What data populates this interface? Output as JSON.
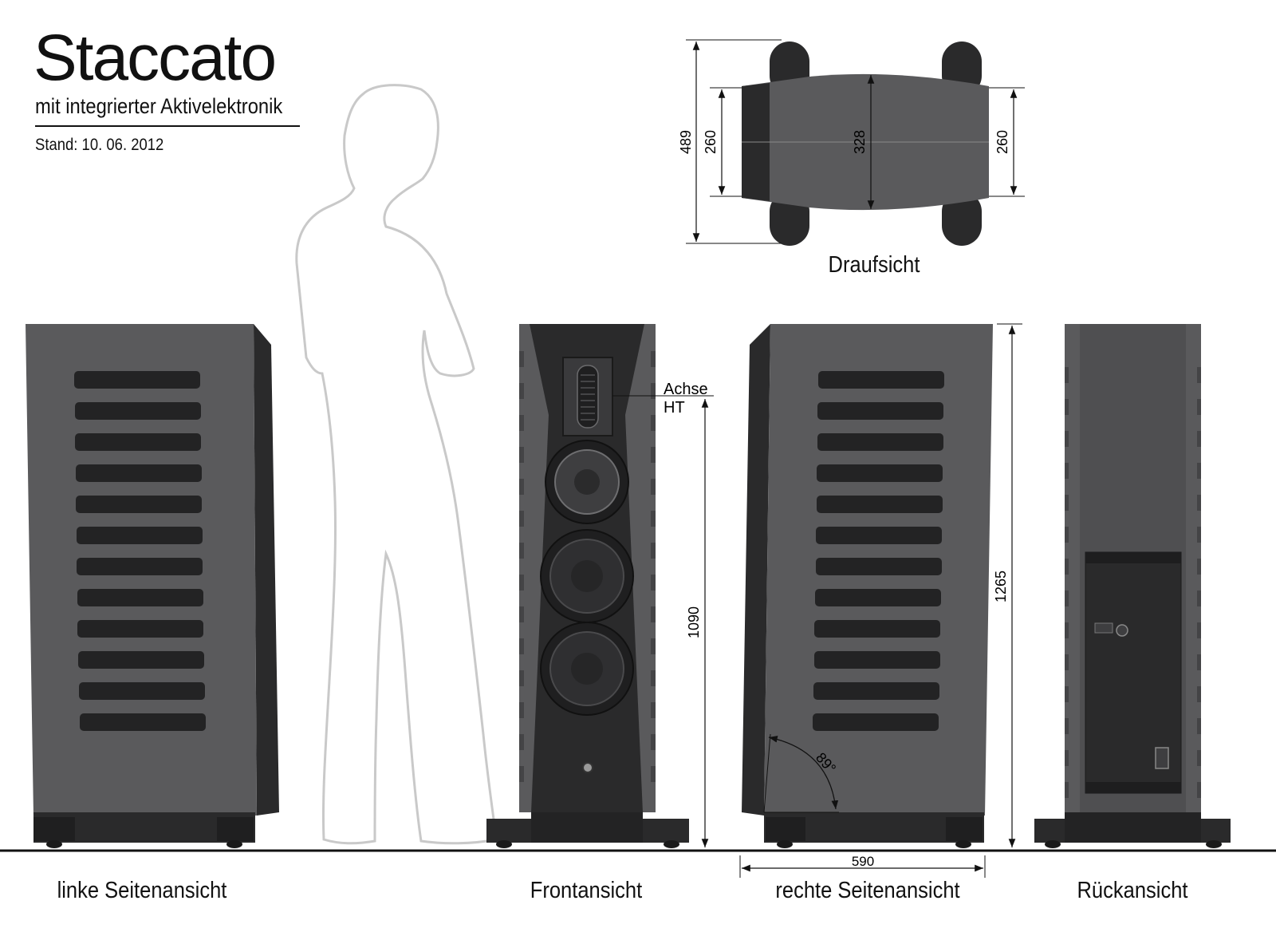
{
  "header": {
    "title": "Staccato",
    "subtitle": "mit integrierter Aktivelektronik",
    "date": "Stand: 10. 06. 2012"
  },
  "views": {
    "top": "Draufsicht",
    "left_side": "linke Seitenansicht",
    "front": "Frontansicht",
    "right_side": "rechte Seitenansicht",
    "rear": "Rückansicht"
  },
  "dimensions": {
    "top_depth": "489",
    "top_width_front": "260",
    "top_width_mid": "328",
    "top_width_back": "260",
    "tweeter_axis_height": "1090",
    "total_height": "1265",
    "side_depth": "590",
    "baffle_angle": "89°"
  },
  "annotations": {
    "axis_line1": "Achse",
    "axis_line2": "HT"
  },
  "colors": {
    "panel": "#5a5a5c",
    "dark": "#2a2a2b",
    "slot": "#232324",
    "outline": "#c9c9c9",
    "line": "#111111"
  }
}
